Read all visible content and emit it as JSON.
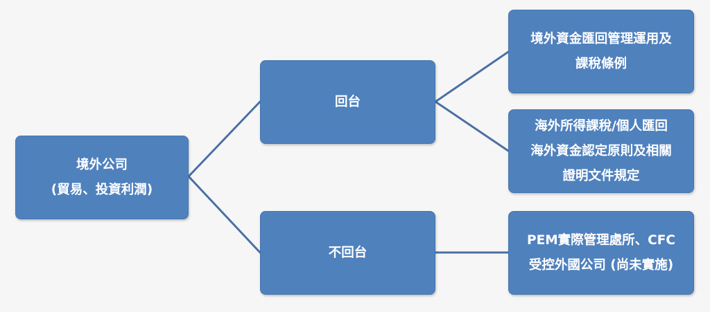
{
  "root": {
    "line1": "境外公司",
    "line2": "(貿易、投資利潤)"
  },
  "branches": [
    {
      "label": "回台",
      "leaves": [
        {
          "lines": [
            "境外資金匯回管理運用及",
            "課稅條例"
          ]
        },
        {
          "lines": [
            "海外所得課稅/個人匯回",
            "海外資金認定原則及相關",
            "證明文件規定"
          ]
        }
      ]
    },
    {
      "label": "不回台",
      "leaves": [
        {
          "lines": [
            "PEM實際管理處所、CFC",
            "受控外國公司 (尚未實施)"
          ]
        }
      ]
    }
  ],
  "colors": {
    "node_fill": "#4f81bd",
    "connector": "#4a6fa5",
    "node_text": "#ffffff"
  }
}
